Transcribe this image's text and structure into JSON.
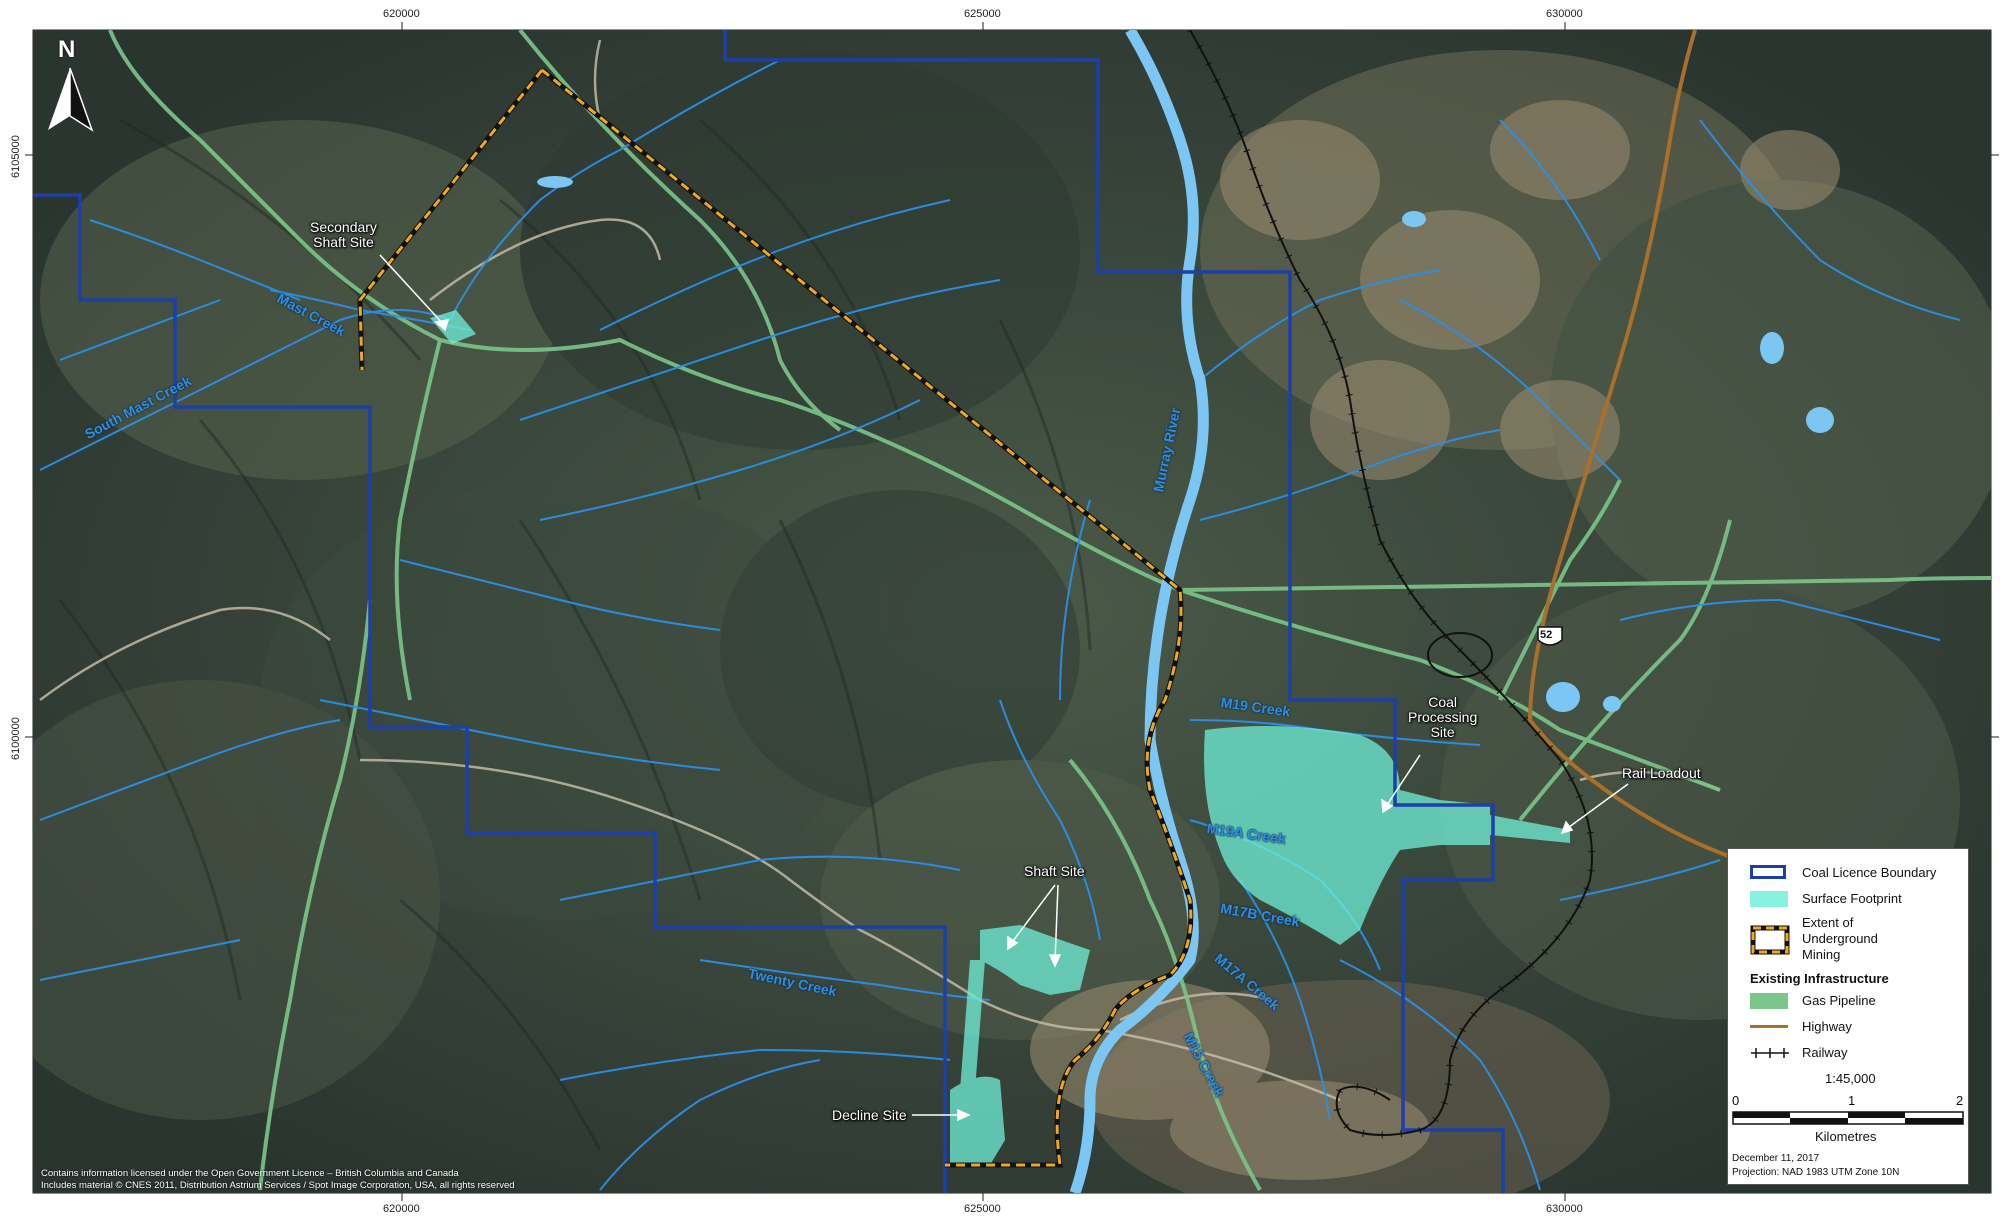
{
  "map": {
    "north_arrow_label": "N",
    "grid": {
      "x_ticks": [
        "620000",
        "625000",
        "630000"
      ],
      "y_ticks": [
        "6105000",
        "6100000"
      ]
    },
    "water_labels": {
      "mast_creek": "Mast Creek",
      "south_mast_creek": "South Mast Creek",
      "murray_river": "Murray River",
      "m19_creek": "M19 Creek",
      "m19a_creek": "M19A Creek",
      "m17b_creek": "M17B Creek",
      "m17a_creek": "M17A Creek",
      "m15_creek": "M15 Creek",
      "twenty_creek": "Twenty Creek"
    },
    "site_labels": {
      "secondary_shaft_site_line1": "Secondary",
      "secondary_shaft_site_line2": "Shaft Site",
      "coal_processing_site_line1": "Coal",
      "coal_processing_site_line2": "Processing",
      "coal_processing_site_line3": "Site",
      "rail_loadout": "Rail Loadout",
      "shaft_site": "Shaft Site",
      "decline_site": "Decline Site"
    },
    "highway_shield": "52",
    "colors": {
      "coal_licence_boundary": "#1d3fa8",
      "surface_footprint": "#6ff0d8",
      "underground_mining_dash": "#f2a81d",
      "gas_pipeline": "#7bc68a",
      "highway": "#a8702a",
      "railway": "#111111",
      "streams": "#2b8fe6",
      "river": "#7cc6f4"
    }
  },
  "legend": {
    "coal_licence_boundary": "Coal Licence Boundary",
    "surface_footprint": "Surface Footprint",
    "underground_line1": "Extent of",
    "underground_line2": "Underground",
    "underground_line3": "Mining",
    "existing_infrastructure": "Existing Infrastructure",
    "gas_pipeline": "Gas Pipeline",
    "highway": "Highway",
    "railway": "Railway",
    "scale_ratio": "1:45,000",
    "scale_ticks": [
      "0",
      "1",
      "2"
    ],
    "scale_unit": "Kilometres",
    "date": "December 11, 2017",
    "projection": "Projection: NAD 1983 UTM Zone 10N"
  },
  "credits": {
    "line1": "Contains information licensed under the Open Government Licence – British Columbia and Canada",
    "line2": "Includes material © CNES 2011, Distribution Astrium Services / Spot Image Corporation, USA, all rights reserved"
  }
}
